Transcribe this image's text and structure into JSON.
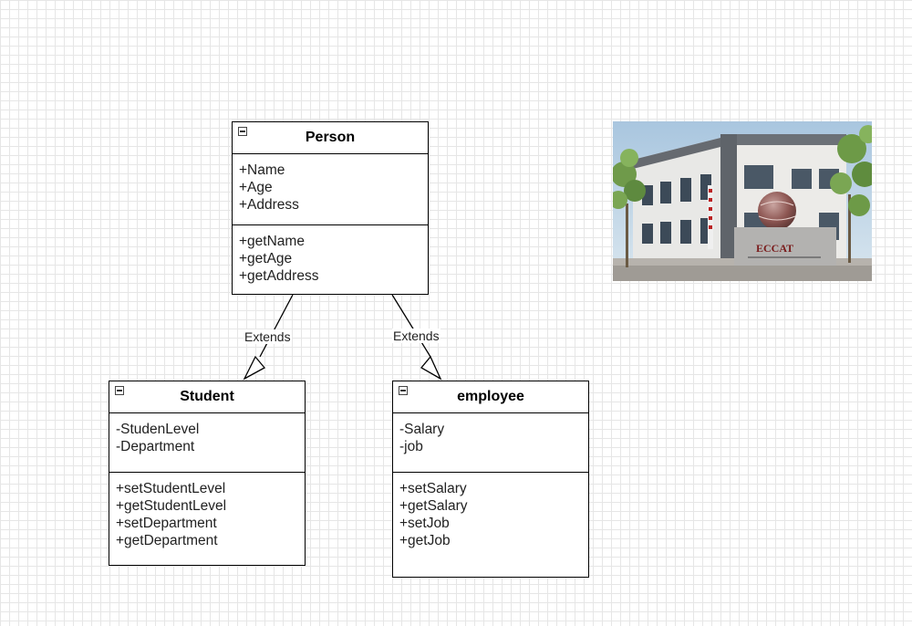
{
  "classes": {
    "person": {
      "name": "Person",
      "attributes": [
        "+Name",
        "+Age",
        "+Address"
      ],
      "methods": [
        "+getName",
        "+getAge",
        "+getAddress"
      ]
    },
    "student": {
      "name": "Student",
      "attributes": [
        "-StudenLevel",
        "-Department"
      ],
      "methods": [
        "+setStudentLevel",
        "+getStudentLevel",
        "+setDepartment",
        "+getDepartment"
      ]
    },
    "employee": {
      "name": "employee",
      "attributes": [
        "-Salary",
        "-job"
      ],
      "methods": [
        "+setSalary",
        "+getSalary",
        "+setJob",
        "+getJob"
      ]
    }
  },
  "edges": {
    "student_person": "Extends",
    "employee_person": "Extends"
  },
  "photo": {
    "sign_text": "ECCAT"
  }
}
